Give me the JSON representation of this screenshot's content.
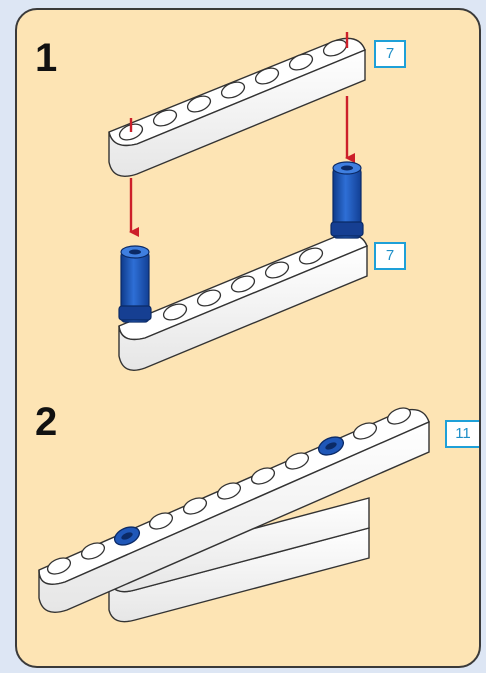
{
  "steps": [
    {
      "number": "1",
      "callouts": [
        "7",
        "7"
      ]
    },
    {
      "number": "2",
      "callouts": [
        "11"
      ]
    }
  ],
  "colors": {
    "panel_background": "#fde4b4",
    "page_background": "#dde6f4",
    "badge_border": "#1ea0d8",
    "badge_text": "#1e8fc8",
    "arrow": "#cc1f2a",
    "pin": "#1f57b8",
    "beam": "#ffffff"
  },
  "icons": [
    "down-arrow-icon",
    "axle-pin-icon",
    "beam-7-icon",
    "beam-11-icon"
  ]
}
